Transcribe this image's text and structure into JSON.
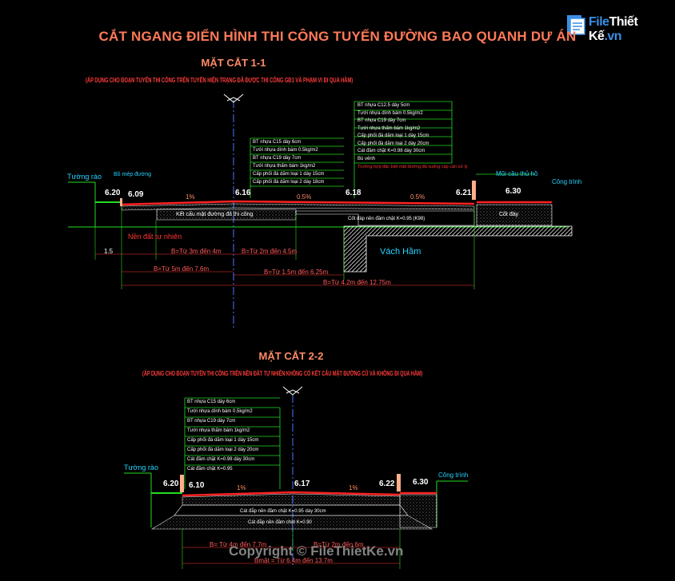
{
  "title": "CẮT NGANG ĐIỂN HÌNH THI CÔNG TUYẾN ĐƯỜNG BAO QUANH DỰ ÁN",
  "logo": {
    "brand_a": "File",
    "brand_b": "Thiết Kế",
    "brand_c": ".vn"
  },
  "copyright": "Copyright © FileThietKe.vn",
  "colors": {
    "title": "#ff7a59",
    "green": "#22dd22",
    "cyan": "#22d4ff",
    "red": "#ff3333",
    "road": "#ff2222",
    "white": "#ffffff"
  },
  "section1": {
    "title": "MẶT CẮT 1-1",
    "subtitle": "(ÁP DỤNG CHO ĐOẠN TUYẾN THI CÔNG TRÊN TUYẾN HIỆN TRẠNG ĐÃ ĐƯỢC THI CÔNG GĐ1 VÀ PHẠM VI ĐI QUA HẦM)",
    "labels": {
      "tuong_rao": "Tường rào",
      "bo_mep": "Bồ mép đường",
      "cong_trinh": "Công trình",
      "mui_cau": "Mũi cầu thủ hồ",
      "cot_nen": "Cốt đáy",
      "nen_dat": "Nền đất tự nhiên",
      "vach_ham": "Vách Hầm",
      "ket_cau": "Kết cấu mặt đường đã thi công",
      "cot_day": "Cốt đáp nền đầm chặt K=0.95 (K98)"
    },
    "elevations": [
      "6.20",
      "6.09",
      "6.16",
      "6.18",
      "6.21",
      "6.30"
    ],
    "slopes": [
      "1%",
      "0.5%",
      "0.5%"
    ],
    "dims": [
      "1.5",
      "B=Từ 3m đến 4m",
      "B=Từ 2m đến 4.5m",
      "B=Từ 5m đến 7.6m",
      "B=Từ 1.5m đến 6.25m",
      "B=Từ 4.2m đến 12.75m"
    ],
    "layers_center": [
      "BT nhựa C15 dày 6cm",
      "Tưới nhựa dính bám 0.5kg/m2",
      "BT nhựa C19 dày 7cm",
      "Tưới nhựa thấm bám 1kg/m2",
      "Cấp phối đá dăm loại 1 dày 15cm",
      "Cấp phối đá dăm loại 2 dày 18cm"
    ],
    "layers_right": [
      "BT nhựa C12.5 dày 5cm",
      "Tưới nhựa dính bám 0.5kg/m2",
      "BT nhựa C19 dày 7cm",
      "Tưới nhựa thấm bám 1kg/m2",
      "Cấp phối đá dăm loại 1 dày 15cm",
      "Cấp phối đá dăm loại 2 dày 20cm",
      "Cát đầm chặt K=0.98 dày 30cm",
      "Bù vênh"
    ],
    "note_red": "Trường hợp đặc biệt mặt đường đã xuống cấp cần xử lý"
  },
  "section2": {
    "title": "MẶT CẮT 2-2",
    "subtitle": "(ÁP DỤNG CHO ĐOẠN TUYẾN THI CÔNG TRÊN NỀN ĐẤT TỰ NHIÊN KHÔNG CÓ KẾT CẤU MẶT ĐƯỜNG CŨ VÀ KHÔNG ĐI QUA HẦM)",
    "labels": {
      "tuong_rao": "Tường rào",
      "cong_trinh": "Công trình"
    },
    "elevations": [
      "6.20",
      "6.10",
      "6.17",
      "6.22",
      "6.30"
    ],
    "slopes": [
      "1%",
      "1%"
    ],
    "dims": [
      "B= Từ 4m đến 7.7m",
      "B=Từ 2m đến 6m",
      "Bmặt = Từ 6.4m đến 13.7m"
    ],
    "layers": [
      "BT nhựa C15 dày 6cm",
      "Tưới nhựa dính bám 0.5kg/m2",
      "BT nhựa C19 dày 7cm",
      "Tưới nhựa thấm bám 1kg/m2",
      "Cấp phối đá dăm loại 1 dày 15cm",
      "Cấp phối đá dăm loại 2 dày 20cm",
      "Cát đầm chặt K=0.98 dày 30cm",
      "Cát đầm chặt K=0.95"
    ],
    "fill_1": "Cát đắp nền đầm chặt K=0.95 dày 30cm",
    "fill_2": "Cát đắp nền đầm chặt K=0.90"
  }
}
